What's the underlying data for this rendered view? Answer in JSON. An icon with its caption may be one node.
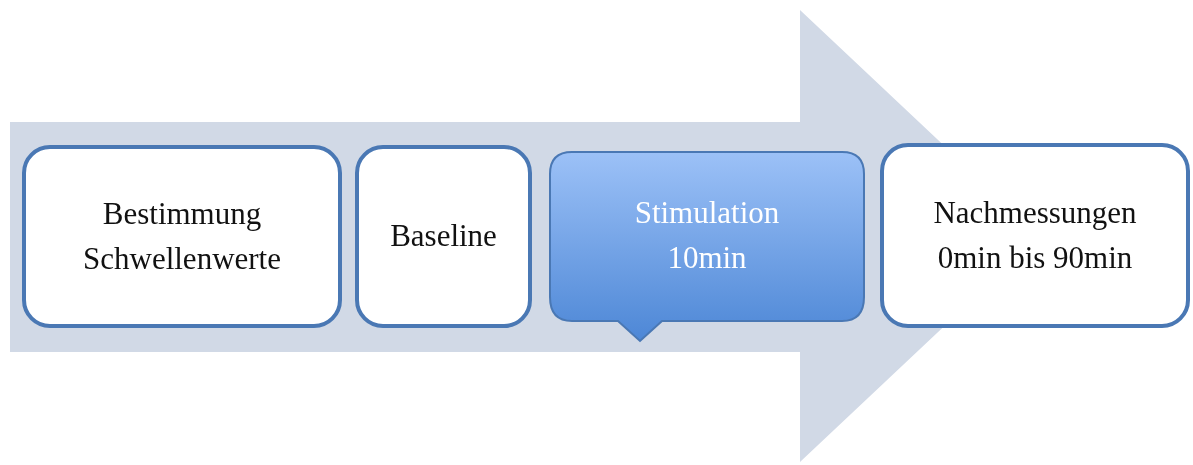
{
  "diagram": {
    "nodes": [
      {
        "text": [
          "Bestimmung Schwellenwerte"
        ]
      },
      {
        "text": [
          "Baseline"
        ]
      },
      {
        "text": [
          "Stimulation",
          "10min"
        ]
      },
      {
        "text": [
          "Nachmessungen",
          "0min bis 90min"
        ]
      }
    ],
    "edges": [
      {
        "from": 0,
        "to": 3,
        "arrow": "to"
      }
    ]
  }
}
